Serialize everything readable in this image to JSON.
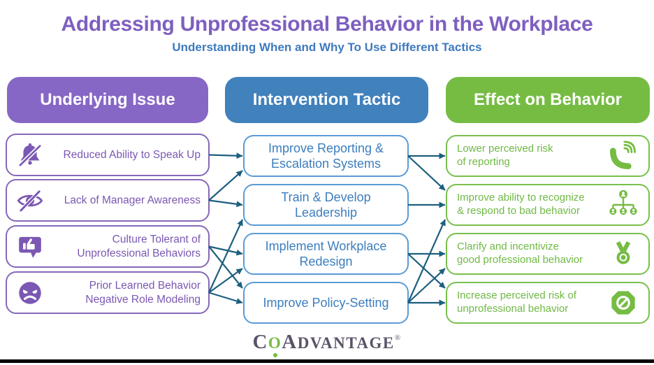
{
  "title": "Addressing Unprofessional Behavior in the Workplace",
  "subtitle": "Understanding When and Why To Use Different Tactics",
  "columns": {
    "issues": {
      "header": "Underlying Issue",
      "items": [
        {
          "label": "Reduced Ability to Speak Up",
          "icon": "bell-slash"
        },
        {
          "label": "Lack of Manager Awareness",
          "icon": "eye-slash"
        },
        {
          "label": "Culture Tolerant of\nUnprofessional Behaviors",
          "icon": "thumbs-up-bubble"
        },
        {
          "label": "Prior Learned Behavior\nNegative Role Modeling",
          "icon": "angry-face"
        }
      ]
    },
    "tactics": {
      "header": "Intervention Tactic",
      "items": [
        {
          "label": "Improve Reporting &\nEscalation Systems"
        },
        {
          "label": "Train & Develop\nLeadership"
        },
        {
          "label": "Implement Workplace\nRedesign"
        },
        {
          "label": "Improve Policy-Setting"
        }
      ]
    },
    "effects": {
      "header": "Effect on Behavior",
      "items": [
        {
          "label": "Lower perceived risk\nof reporting",
          "icon": "ringing-phone"
        },
        {
          "label": "Improve ability to recognize\n& respond to bad behavior",
          "icon": "org-chart"
        },
        {
          "label": "Clarify and incentivize\ngood professional behavior",
          "icon": "medal"
        },
        {
          "label": "Increase perceived risk of\nunprofessional behavior",
          "icon": "no-sign"
        }
      ]
    }
  },
  "connections": {
    "issues_to_tactics": [
      [
        0,
        0
      ],
      [
        1,
        0
      ],
      [
        1,
        1
      ],
      [
        2,
        2
      ],
      [
        2,
        3
      ],
      [
        3,
        1
      ],
      [
        3,
        2
      ],
      [
        3,
        3
      ]
    ],
    "tactics_to_effects": [
      [
        0,
        0
      ],
      [
        0,
        1
      ],
      [
        1,
        1
      ],
      [
        2,
        2
      ],
      [
        2,
        3
      ],
      [
        3,
        1
      ],
      [
        3,
        2
      ],
      [
        3,
        3
      ]
    ]
  },
  "colors": {
    "title_purple": "#7e5fc0",
    "subtitle_blue": "#3e7abd",
    "purple_header_bg": "#8767c5",
    "purple_border": "#8668b8",
    "purple_text": "#7b58b3",
    "blue_header_bg": "#4181bc",
    "blue_border": "#5b9bd5",
    "blue_text": "#3c7ebe",
    "green_header_bg": "#76bc43",
    "green_border": "#7abf4d",
    "green_text": "#6fb944",
    "arrow": "#1d5f7e",
    "header_text": "#ffffff",
    "logo_text": "#5a5368",
    "logo_green": "#76bc43"
  },
  "logo": {
    "c": "C",
    "o": "O",
    "a": "A",
    "rest": "DVANTAGE",
    "reg": "®"
  }
}
